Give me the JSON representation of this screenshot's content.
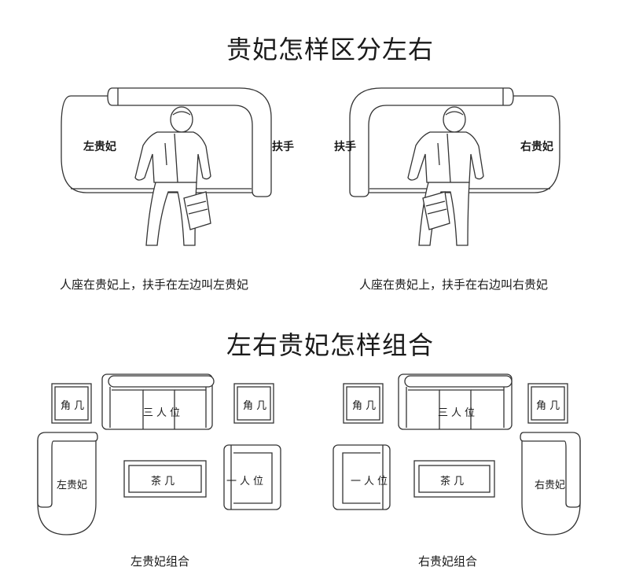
{
  "top_title": "贵妃怎样区分左右",
  "left_scene": {
    "seat_label": "左贵妃",
    "arm_label": "扶手",
    "caption": "人座在贵妃上，扶手在左边叫左贵妃"
  },
  "right_scene": {
    "seat_label": "右贵妃",
    "arm_label": "扶手",
    "caption": "人座在贵妃上，扶手在右边叫右贵妃"
  },
  "bottom_title": "左右贵妃怎样组合",
  "left_combo": {
    "corner_table_left": "角 几",
    "corner_table_right": "角 几",
    "three_seat": "三人位",
    "chaise": "左贵妃",
    "coffee_table": "茶 几",
    "single_seat": "一人位",
    "caption": "左贵妃组合"
  },
  "right_combo": {
    "corner_table_left": "角 几",
    "corner_table_right": "角 几",
    "three_seat": "三人位",
    "chaise": "右贵妃",
    "coffee_table": "茶 几",
    "single_seat": "一人位",
    "caption": "右贵妃组合"
  }
}
